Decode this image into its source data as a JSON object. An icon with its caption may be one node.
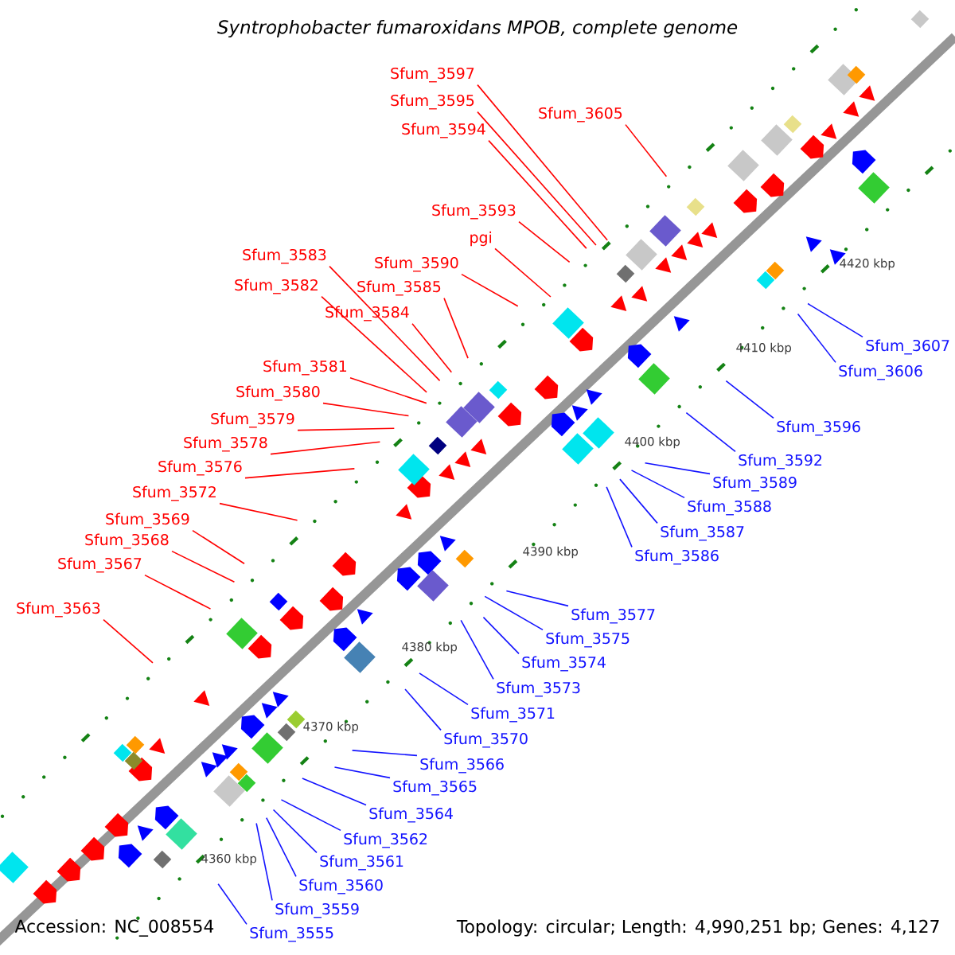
{
  "diagram": {
    "title": "Syntrophobacter fumaroxidans MPOB, complete genome",
    "nodes": [
      {
        "text": [
          "Sfum_3597"
        ]
      },
      {
        "text": [
          "Sfum_3595"
        ]
      },
      {
        "text": [
          "Sfum_3605"
        ]
      },
      {
        "text": [
          "Sfum_3594"
        ]
      },
      {
        "text": [
          "Sfum_3593"
        ]
      },
      {
        "text": [
          "pgi"
        ]
      },
      {
        "text": [
          "Sfum_3583"
        ]
      },
      {
        "text": [
          "Sfum_3590"
        ]
      },
      {
        "text": [
          "Sfum_3582"
        ]
      },
      {
        "text": [
          "Sfum_3585"
        ]
      },
      {
        "text": [
          "Sfum_3584"
        ]
      },
      {
        "text": [
          "Sfum_3581"
        ]
      },
      {
        "text": [
          "Sfum_3580"
        ]
      },
      {
        "text": [
          "Sfum_3579"
        ]
      },
      {
        "text": [
          "Sfum_3578"
        ]
      },
      {
        "text": [
          "Sfum_3576"
        ]
      },
      {
        "text": [
          "Sfum_3572"
        ]
      },
      {
        "text": [
          "Sfum_3569"
        ]
      },
      {
        "text": [
          "Sfum_3568"
        ]
      },
      {
        "text": [
          "Sfum_3567"
        ]
      },
      {
        "text": [
          "Sfum_3563"
        ]
      },
      {
        "text": [
          "Sfum_3607"
        ]
      },
      {
        "text": [
          "Sfum_3606"
        ]
      },
      {
        "text": [
          "Sfum_3596"
        ]
      },
      {
        "text": [
          "Sfum_3592"
        ]
      },
      {
        "text": [
          "Sfum_3589"
        ]
      },
      {
        "text": [
          "Sfum_3588"
        ]
      },
      {
        "text": [
          "Sfum_3587"
        ]
      },
      {
        "text": [
          "Sfum_3586"
        ]
      },
      {
        "text": [
          "Sfum_3577"
        ]
      },
      {
        "text": [
          "Sfum_3575"
        ]
      },
      {
        "text": [
          "Sfum_3574"
        ]
      },
      {
        "text": [
          "Sfum_3573"
        ]
      },
      {
        "text": [
          "Sfum_3571"
        ]
      },
      {
        "text": [
          "Sfum_3570"
        ]
      },
      {
        "text": [
          "Sfum_3566"
        ]
      },
      {
        "text": [
          "Sfum_3565"
        ]
      },
      {
        "text": [
          "Sfum_3564"
        ]
      },
      {
        "text": [
          "Sfum_3562"
        ]
      },
      {
        "text": [
          "Sfum_3561"
        ]
      },
      {
        "text": [
          "Sfum_3560"
        ]
      },
      {
        "text": [
          "Sfum_3559"
        ]
      },
      {
        "text": [
          "Sfum_3555"
        ]
      }
    ],
    "edges": [
      {
        "from": 0,
        "to": null,
        "arrow": "none",
        "color": "#ff0000"
      },
      {
        "from": 1,
        "to": null,
        "arrow": "none",
        "color": "#ff0000"
      },
      {
        "from": 2,
        "to": null,
        "arrow": "none",
        "color": "#ff0000"
      },
      {
        "from": 3,
        "to": null,
        "arrow": "none",
        "color": "#ff0000"
      },
      {
        "from": 4,
        "to": null,
        "arrow": "none",
        "color": "#ff0000"
      },
      {
        "from": 5,
        "to": null,
        "arrow": "none",
        "color": "#ff0000"
      },
      {
        "from": 6,
        "to": null,
        "arrow": "none",
        "color": "#ff0000"
      },
      {
        "from": 7,
        "to": null,
        "arrow": "none",
        "color": "#ff0000"
      },
      {
        "from": 8,
        "to": null,
        "arrow": "none",
        "color": "#ff0000"
      },
      {
        "from": 9,
        "to": null,
        "arrow": "none",
        "color": "#ff0000"
      },
      {
        "from": 10,
        "to": null,
        "arrow": "none",
        "color": "#ff0000"
      },
      {
        "from": 11,
        "to": null,
        "arrow": "none",
        "color": "#ff0000"
      },
      {
        "from": 12,
        "to": null,
        "arrow": "none",
        "color": "#ff0000"
      },
      {
        "from": 13,
        "to": null,
        "arrow": "none",
        "color": "#ff0000"
      },
      {
        "from": 14,
        "to": null,
        "arrow": "none",
        "color": "#ff0000"
      },
      {
        "from": 15,
        "to": null,
        "arrow": "none",
        "color": "#ff0000"
      },
      {
        "from": 16,
        "to": null,
        "arrow": "none",
        "color": "#ff0000"
      },
      {
        "from": 17,
        "to": null,
        "arrow": "none",
        "color": "#ff0000"
      },
      {
        "from": 18,
        "to": null,
        "arrow": "none",
        "color": "#ff0000"
      },
      {
        "from": 19,
        "to": null,
        "arrow": "none",
        "color": "#ff0000"
      },
      {
        "from": 20,
        "to": null,
        "arrow": "none",
        "color": "#ff0000"
      },
      {
        "from": 21,
        "to": null,
        "arrow": "none"
      },
      {
        "from": 22,
        "to": null,
        "arrow": "none"
      },
      {
        "from": 23,
        "to": null,
        "arrow": "none"
      },
      {
        "from": 24,
        "to": null,
        "arrow": "none"
      },
      {
        "from": 25,
        "to": null,
        "arrow": "none"
      },
      {
        "from": 26,
        "to": null,
        "arrow": "none"
      },
      {
        "from": 27,
        "to": null,
        "arrow": "none"
      },
      {
        "from": 28,
        "to": null,
        "arrow": "none"
      },
      {
        "from": 29,
        "to": null,
        "arrow": "none"
      },
      {
        "from": 30,
        "to": null,
        "arrow": "none"
      },
      {
        "from": 31,
        "to": null,
        "arrow": "none"
      },
      {
        "from": 32,
        "to": null,
        "arrow": "none"
      },
      {
        "from": 33,
        "to": null,
        "arrow": "none"
      },
      {
        "from": 34,
        "to": null,
        "arrow": "none"
      },
      {
        "from": 35,
        "to": null,
        "arrow": "none"
      },
      {
        "from": 36,
        "to": null,
        "arrow": "none"
      },
      {
        "from": 37,
        "to": null,
        "arrow": "none"
      },
      {
        "from": 38,
        "to": null,
        "arrow": "none"
      },
      {
        "from": 39,
        "to": null,
        "arrow": "none"
      },
      {
        "from": 40,
        "to": null,
        "arrow": "none"
      },
      {
        "from": 41,
        "to": null,
        "arrow": "none"
      },
      {
        "from": 42,
        "to": null,
        "arrow": "none"
      }
    ],
    "labels": [
      "4420 kbp",
      "4410 kbp",
      "4400 kbp",
      "4390 kbp",
      "4380 kbp",
      "4370 kbp",
      "4360 kbp",
      "Accession: NC_008554",
      "Topology: circular; Length: 4,990,251 bp; Genes: 4,127"
    ]
  }
}
